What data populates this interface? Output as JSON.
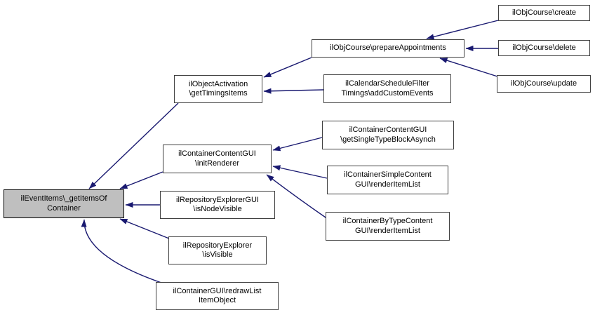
{
  "diagram": {
    "kind": "caller-graph",
    "background": "#ffffff"
  },
  "colors": {
    "edge": "#191970",
    "node_fill": "#ffffff",
    "node_border": "#404040",
    "highlight_fill": "#bfbfbf",
    "highlight_border": "#000000",
    "text": "#000000"
  },
  "nodes": [
    {
      "id": "getItemsOfContainer",
      "label": "ilEventItems\\_getItemsOf\nContainer",
      "highlighted": true
    },
    {
      "id": "getTimingsItems",
      "label": "ilObjectActivation\n\\getTimingsItems",
      "highlighted": false
    },
    {
      "id": "prepareAppointments",
      "label": "ilObjCourse\\prepareAppointments",
      "highlighted": false
    },
    {
      "id": "create",
      "label": "ilObjCourse\\create",
      "highlighted": false
    },
    {
      "id": "delete",
      "label": "ilObjCourse\\delete",
      "highlighted": false
    },
    {
      "id": "update",
      "label": "ilObjCourse\\update",
      "highlighted": false
    },
    {
      "id": "addCustomEvents",
      "label": "ilCalendarScheduleFilter\nTimings\\addCustomEvents",
      "highlighted": false
    },
    {
      "id": "initRenderer",
      "label": "ilContainerContentGUI\n\\initRenderer",
      "highlighted": false
    },
    {
      "id": "getSingleTypeBlockAsynch",
      "label": "ilContainerContentGUI\n\\getSingleTypeBlockAsynch",
      "highlighted": false
    },
    {
      "id": "renderItemListSimple",
      "label": "ilContainerSimpleContent\nGUI\\renderItemList",
      "highlighted": false
    },
    {
      "id": "renderItemListByType",
      "label": "ilContainerByTypeContent\nGUI\\renderItemList",
      "highlighted": false
    },
    {
      "id": "isNodeVisible",
      "label": "ilRepositoryExplorerGUI\n\\isNodeVisible",
      "highlighted": false
    },
    {
      "id": "isVisible",
      "label": "ilRepositoryExplorer\n\\isVisible",
      "highlighted": false
    },
    {
      "id": "redrawListItemObject",
      "label": "ilContainerGUI\\redrawList\nItemObject",
      "highlighted": false
    }
  ],
  "edges": [
    {
      "from": "getTimingsItems",
      "to": "getItemsOfContainer"
    },
    {
      "from": "initRenderer",
      "to": "getItemsOfContainer"
    },
    {
      "from": "isNodeVisible",
      "to": "getItemsOfContainer"
    },
    {
      "from": "isVisible",
      "to": "getItemsOfContainer"
    },
    {
      "from": "redrawListItemObject",
      "to": "getItemsOfContainer"
    },
    {
      "from": "prepareAppointments",
      "to": "getTimingsItems"
    },
    {
      "from": "addCustomEvents",
      "to": "getTimingsItems"
    },
    {
      "from": "create",
      "to": "prepareAppointments"
    },
    {
      "from": "delete",
      "to": "prepareAppointments"
    },
    {
      "from": "update",
      "to": "prepareAppointments"
    },
    {
      "from": "getSingleTypeBlockAsynch",
      "to": "initRenderer"
    },
    {
      "from": "renderItemListSimple",
      "to": "initRenderer"
    },
    {
      "from": "renderItemListByType",
      "to": "initRenderer"
    }
  ]
}
